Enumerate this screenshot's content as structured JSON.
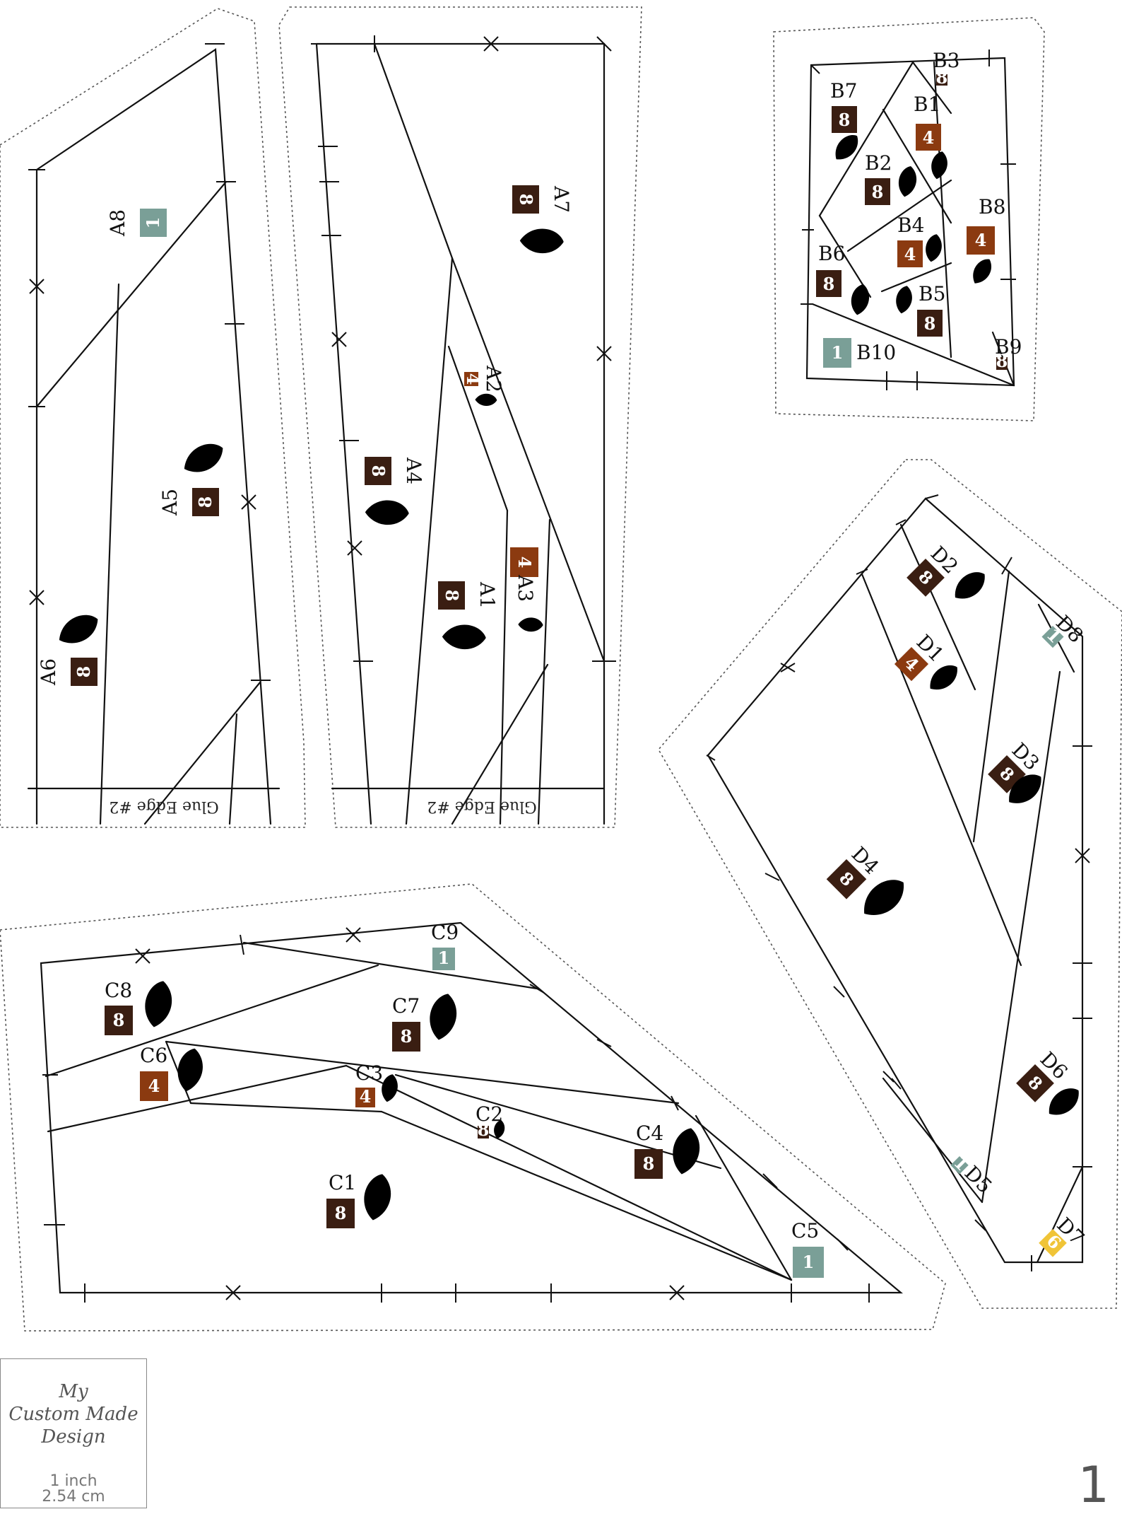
{
  "colors": {
    "dark_brown": "#3a1e12",
    "rust": "#8b3a10",
    "sage": "#7a9f97",
    "gold": "#f0c437",
    "leaf": "#000000"
  },
  "glue_edge_label": "Glue Edge #2",
  "pieces": {
    "A1": {
      "label": "A1",
      "fabric": "8"
    },
    "A2": {
      "label": "A2",
      "fabric": "4"
    },
    "A3": {
      "label": "A3",
      "fabric": "4"
    },
    "A4": {
      "label": "A4",
      "fabric": "8"
    },
    "A5": {
      "label": "A5",
      "fabric": "8"
    },
    "A6": {
      "label": "A6",
      "fabric": "8"
    },
    "A7": {
      "label": "A7",
      "fabric": "8"
    },
    "A8": {
      "label": "A8",
      "fabric": "1"
    },
    "B1": {
      "label": "B1",
      "fabric": "4"
    },
    "B2": {
      "label": "B2",
      "fabric": "8"
    },
    "B3": {
      "label": "B3",
      "fabric": "8"
    },
    "B4": {
      "label": "B4",
      "fabric": "4"
    },
    "B5": {
      "label": "B5",
      "fabric": "8"
    },
    "B6": {
      "label": "B6",
      "fabric": "8"
    },
    "B7": {
      "label": "B7",
      "fabric": "8"
    },
    "B8": {
      "label": "B8",
      "fabric": "4"
    },
    "B9": {
      "label": "B9",
      "fabric": "8"
    },
    "B10": {
      "label": "B10",
      "fabric": "1"
    },
    "C1": {
      "label": "C1",
      "fabric": "8"
    },
    "C2": {
      "label": "C2",
      "fabric": "8"
    },
    "C3": {
      "label": "C3",
      "fabric": "4"
    },
    "C4": {
      "label": "C4",
      "fabric": "8"
    },
    "C5": {
      "label": "C5",
      "fabric": "1"
    },
    "C6": {
      "label": "C6",
      "fabric": "4"
    },
    "C7": {
      "label": "C7",
      "fabric": "8"
    },
    "C8": {
      "label": "C8",
      "fabric": "8"
    },
    "C9": {
      "label": "C9",
      "fabric": "1"
    },
    "D1": {
      "label": "D1",
      "fabric": "4"
    },
    "D2": {
      "label": "D2",
      "fabric": "8"
    },
    "D3": {
      "label": "D3",
      "fabric": "8"
    },
    "D4": {
      "label": "D4",
      "fabric": "8"
    },
    "D5": {
      "label": "D5",
      "fabric": "1"
    },
    "D6": {
      "label": "D6",
      "fabric": "8"
    },
    "D7": {
      "label": "D7",
      "fabric": "6"
    },
    "D8": {
      "label": "D8",
      "fabric": "1"
    }
  },
  "logo": {
    "line1": "My",
    "line2": "Custom Made",
    "line3": "Design",
    "scale_inch": "1 inch",
    "scale_cm": "2.54 cm"
  },
  "page_number": "1"
}
